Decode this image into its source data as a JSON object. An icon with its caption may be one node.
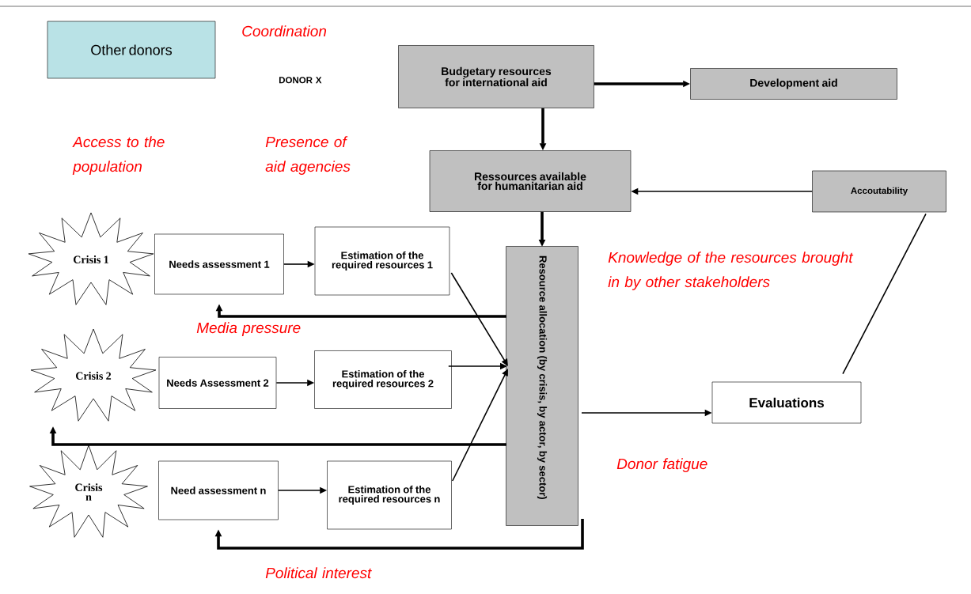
{
  "diagram": {
    "nodes": [
      {
        "text": [
          "Other donors"
        ]
      },
      {
        "text": [
          "Budgetary resources for international aid"
        ]
      },
      {
        "text": [
          "Development aid"
        ]
      },
      {
        "text": [
          "Ressources available for humanitarian aid"
        ]
      },
      {
        "text": [
          "Accoutability"
        ]
      },
      {
        "text": [
          "Crisis 1"
        ]
      },
      {
        "text": [
          "Needs assessment 1"
        ]
      },
      {
        "text": [
          "Estimation of the required resources 1"
        ]
      },
      {
        "text": [
          "Resource allocation (by crisis, by actor, by sector)"
        ]
      },
      {
        "text": [
          "Crisis 2"
        ]
      },
      {
        "text": [
          "Needs Assessment 2"
        ]
      },
      {
        "text": [
          "Estimation of the required resources 2"
        ]
      },
      {
        "text": [
          "Evaluations"
        ]
      },
      {
        "text": [
          "Crisis n"
        ]
      },
      {
        "text": [
          "Need assessment n"
        ]
      },
      {
        "text": [
          "Estimation of the required resources n"
        ]
      }
    ],
    "edges": [
      {
        "from": 1,
        "to": 2,
        "arrow": "to",
        "style": "thick"
      },
      {
        "from": 1,
        "to": 3,
        "arrow": "to",
        "style": "thick"
      },
      {
        "from": 4,
        "to": 3,
        "arrow": "to"
      },
      {
        "from": 3,
        "to": 8,
        "arrow": "to",
        "style": "thick"
      },
      {
        "from": 6,
        "to": 7,
        "arrow": "to"
      },
      {
        "from": 7,
        "to": 8,
        "arrow": "to"
      },
      {
        "from": 10,
        "to": 11,
        "arrow": "to"
      },
      {
        "from": 11,
        "to": 8,
        "arrow": "to"
      },
      {
        "from": 15,
        "to": 8,
        "arrow": "to"
      },
      {
        "from": 14,
        "to": 15,
        "arrow": "to"
      },
      {
        "from": 8,
        "to": 6,
        "arrow": "to",
        "style": "thick"
      },
      {
        "from": 8,
        "to": 9,
        "arrow": "to",
        "style": "thick"
      },
      {
        "from": 8,
        "to": 14,
        "arrow": "to",
        "style": "thick"
      },
      {
        "from": 8,
        "to": 12,
        "arrow": "to"
      },
      {
        "from": 12,
        "to": 4,
        "arrow": "none"
      }
    ],
    "labels": [
      "Coordination",
      "DONOR X",
      "Access to the population",
      "Presence of aid agencies",
      "Media pressure",
      "Knowledge of the resources brought in by other stakeholders",
      "Donor fatigue",
      "Political interest"
    ]
  }
}
